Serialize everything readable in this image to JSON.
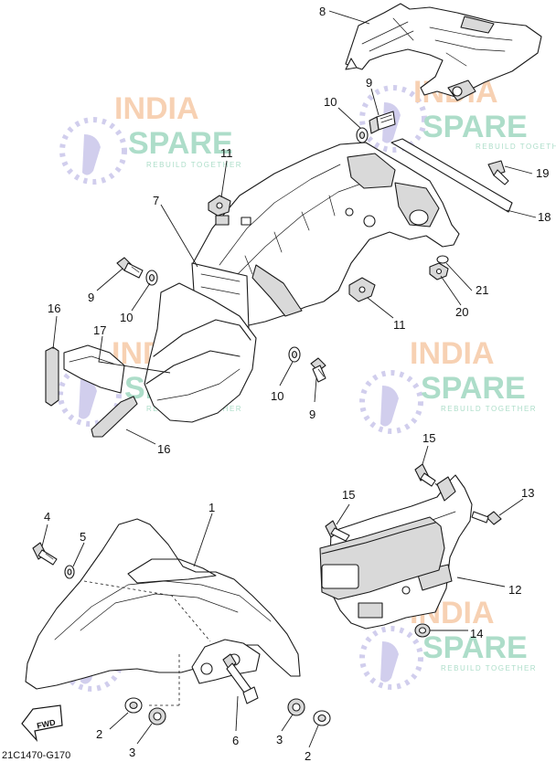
{
  "diagram_code": "21C1470-G170",
  "watermark": {
    "brand_top": "INDIA",
    "brand_bottom": "SPARE",
    "tagline": "REBUILD TOGETHER",
    "colors": {
      "top": "#f6c9a6",
      "bottom": "#9fd8c0",
      "icon": "#c9c6ea"
    }
  },
  "fwd_label": "FWD",
  "callouts": {
    "c1": "1",
    "c2a": "2",
    "c2b": "2",
    "c3a": "3",
    "c3b": "3",
    "c4": "4",
    "c5": "5",
    "c6": "6",
    "c7": "7",
    "c8": "8",
    "c9a": "9",
    "c9b": "9",
    "c9c": "9",
    "c10a": "10",
    "c10b": "10",
    "c10c": "10",
    "c11a": "11",
    "c11b": "11",
    "c12": "12",
    "c13": "13",
    "c14": "14",
    "c15a": "15",
    "c15b": "15",
    "c16a": "16",
    "c16b": "16",
    "c17": "17",
    "c18": "18",
    "c19": "19",
    "c20": "20",
    "c21": "21"
  }
}
